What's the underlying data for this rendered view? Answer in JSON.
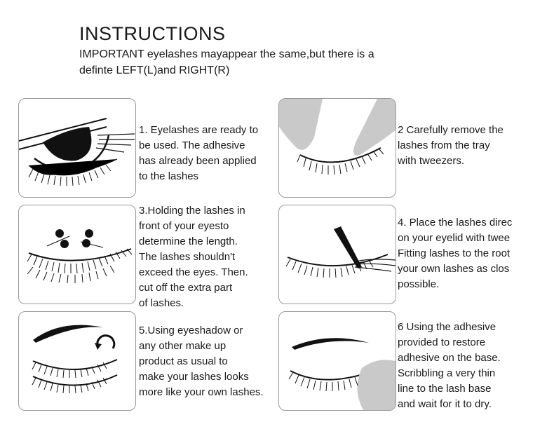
{
  "header": {
    "title": "INSTRUCTIONS",
    "subtitle": "IMPORTANT eyelashes mayappear the same,but there is a\ndefinte LEFT(L)and RIGHT(R)"
  },
  "steps": [
    {
      "text": "1. Eyelashes are ready to\nbe used. The adhesive\nhas already been applied\nto the lashes",
      "illustration": "lash-tray-icon"
    },
    {
      "text": "2 Carefully remove the\nlashes from the tray\nwith tweezers.",
      "illustration": "tweezers-icon"
    },
    {
      "text": "3.Holding the lashes in\nfront of your eyesto\ndetermine the length.\nThe lashes shouldn't\nexceed the eyes. Then.\ncut off the extra part\nof lashes.",
      "illustration": "measure-lashes-icon"
    },
    {
      "text": "4. Place the lashes direc\non your eyelid with twee\nFitting lashes to the root\nyour own lashes as clos\npossible.",
      "illustration": "apply-lashes-icon"
    },
    {
      "text": "5.Using eyeshadow or\nany other make up\nproduct as usual to\nmake your lashes looks\nmore like your own lashes.",
      "illustration": "eyeshadow-icon"
    },
    {
      "text": "6 Using the adhesive\nprovided to restore\nadhesive on the base.\nScribbling a very thin\nline to the lash base\nand wait for it to dry.",
      "illustration": "adhesive-icon"
    }
  ]
}
